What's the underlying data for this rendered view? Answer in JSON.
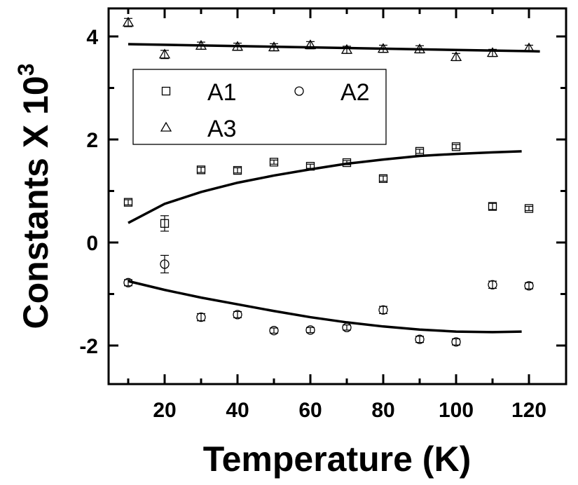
{
  "chart_data": {
    "type": "scatter",
    "xlabel": "Temperature (K)",
    "ylabel": "Constants X 10",
    "ylabel_sup": "3",
    "xlim": [
      4.6,
      130
    ],
    "ylim": [
      -2.73,
      4.54
    ],
    "xticks": [
      20,
      40,
      60,
      80,
      100,
      120
    ],
    "yticks": [
      -2,
      0,
      2,
      4
    ],
    "grid": false,
    "legend": "top-left",
    "x": [
      10,
      20,
      30,
      40,
      50,
      60,
      70,
      80,
      90,
      100,
      110,
      120
    ],
    "series": [
      {
        "name": "A1",
        "marker": "square",
        "values": [
          0.78,
          0.37,
          1.41,
          1.4,
          1.56,
          1.48,
          1.55,
          1.24,
          1.77,
          1.86,
          0.7,
          0.66
        ],
        "errors": [
          0.05,
          0.15,
          0.05,
          0.05,
          0.04,
          0.04,
          0.04,
          0.05,
          0.04,
          0.04,
          0.06,
          0.04
        ],
        "fit": [
          [
            10,
            0.38
          ],
          [
            20,
            0.75
          ],
          [
            30,
            0.98
          ],
          [
            40,
            1.16
          ],
          [
            50,
            1.3
          ],
          [
            60,
            1.42
          ],
          [
            70,
            1.53
          ],
          [
            80,
            1.61
          ],
          [
            90,
            1.68
          ],
          [
            100,
            1.72
          ],
          [
            110,
            1.75
          ],
          [
            118,
            1.77
          ]
        ]
      },
      {
        "name": "A2",
        "marker": "circle",
        "values": [
          -0.78,
          -0.42,
          -1.45,
          -1.4,
          -1.71,
          -1.7,
          -1.65,
          -1.31,
          -1.88,
          -1.93,
          -0.82,
          -0.84
        ],
        "errors": [
          0.06,
          0.17,
          0.07,
          0.06,
          0.05,
          0.05,
          0.05,
          0.07,
          0.06,
          0.06,
          0.07,
          0.06
        ],
        "fit": [
          [
            10,
            -0.75
          ],
          [
            20,
            -0.92
          ],
          [
            30,
            -1.07
          ],
          [
            40,
            -1.2
          ],
          [
            50,
            -1.33
          ],
          [
            60,
            -1.45
          ],
          [
            70,
            -1.55
          ],
          [
            80,
            -1.63
          ],
          [
            90,
            -1.69
          ],
          [
            100,
            -1.73
          ],
          [
            110,
            -1.74
          ],
          [
            118,
            -1.73
          ]
        ]
      },
      {
        "name": "A3",
        "marker": "triangle",
        "values": [
          4.27,
          3.65,
          3.82,
          3.8,
          3.79,
          3.83,
          3.74,
          3.76,
          3.75,
          3.6,
          3.68,
          3.77
        ],
        "errors": [
          0.08,
          0.08,
          0.07,
          0.07,
          0.07,
          0.07,
          0.07,
          0.07,
          0.07,
          0.07,
          0.07,
          0.06
        ],
        "fit": [
          [
            10,
            3.85
          ],
          [
            123,
            3.71
          ]
        ]
      }
    ]
  }
}
